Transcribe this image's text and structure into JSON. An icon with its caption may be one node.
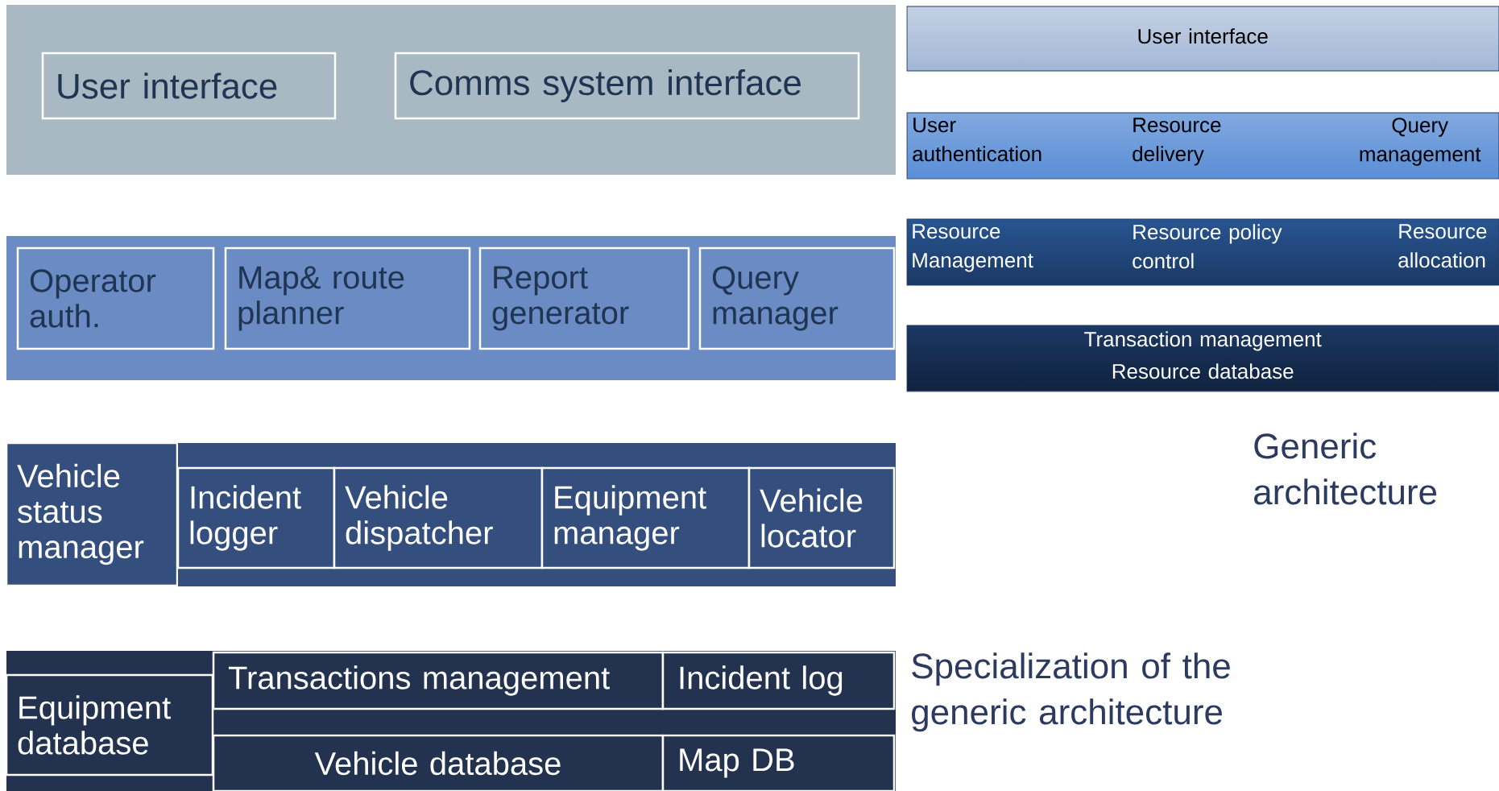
{
  "diagram": {
    "nodes": [
      {
        "text": [],
        "shape": "box"
      },
      {
        "text": [
          "User interface"
        ],
        "in": 0
      },
      {
        "text": [
          "Comms system interface"
        ],
        "in": 0
      },
      {
        "text": [],
        "shape": "box"
      },
      {
        "text": [
          "Operator auth."
        ],
        "in": 3
      },
      {
        "text": [
          "Map& route planner"
        ],
        "in": 3
      },
      {
        "text": [
          "Report generator"
        ],
        "in": 3
      },
      {
        "text": [
          "Query manager"
        ],
        "in": 3
      },
      {
        "text": [
          "Vehicle status manager"
        ]
      },
      {
        "text": [],
        "shape": "box"
      },
      {
        "text": [
          "Incident logger"
        ],
        "in": 9
      },
      {
        "text": [
          "Vehicle dispatcher"
        ],
        "in": 9
      },
      {
        "text": [
          "Equipment manager"
        ],
        "in": 9
      },
      {
        "text": [
          "Vehicle locator"
        ],
        "in": 9
      },
      {
        "text": [],
        "shape": "box"
      },
      {
        "text": [
          "Equipment database"
        ],
        "in": 14
      },
      {
        "text": [
          "Transactions management"
        ],
        "in": 14
      },
      {
        "text": [
          "Incident log"
        ],
        "in": 14
      },
      {
        "text": [
          "Vehicle database"
        ],
        "in": 14
      },
      {
        "text": [
          "Map DB"
        ],
        "in": 14
      },
      {
        "text": [
          "User interface"
        ]
      },
      {
        "text": [
          "User authentication",
          "Resource delivery",
          "Query management"
        ]
      },
      {
        "text": [
          "Resource Management",
          "Resource policy control",
          "Resource allocation"
        ]
      },
      {
        "text": [
          "Transaction management",
          "Resource database"
        ]
      }
    ],
    "labels": [
      "Generic architecture",
      "Specialization of the generic architecture"
    ]
  }
}
